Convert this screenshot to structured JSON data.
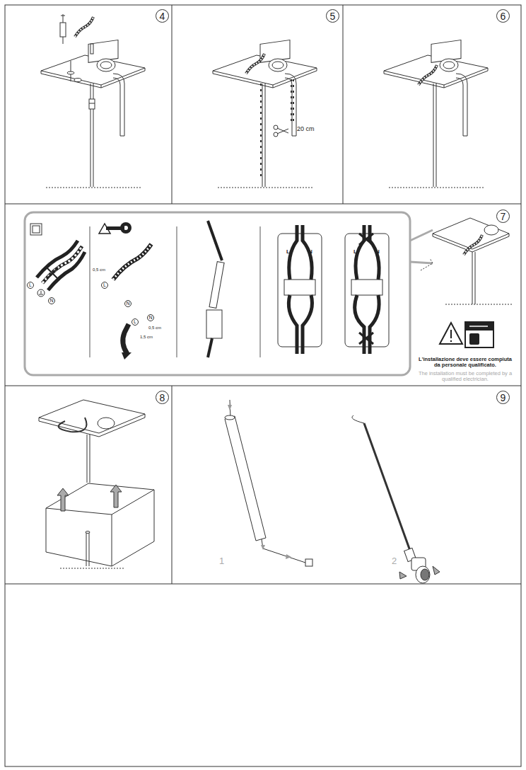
{
  "diagram": {
    "nodes": [
      {
        "text": [
          "4"
        ]
      },
      {
        "text": [
          "5"
        ]
      },
      {
        "text": [
          "6"
        ]
      },
      {
        "text": [
          "7"
        ]
      },
      {
        "text": [
          "8"
        ]
      },
      {
        "text": [
          "9"
        ]
      }
    ],
    "edges": [],
    "labels": [
      "20 cm",
      "L",
      "N",
      "0,5 cm",
      "L",
      "N",
      "L",
      "N",
      "0,5 cm",
      "1,5 cm",
      "L",
      "N",
      "L",
      "N",
      "L'installazione deve essere compiuta da personale qualificato.",
      "The installation must be completed by a qualified electrician.",
      "1",
      "2"
    ]
  }
}
